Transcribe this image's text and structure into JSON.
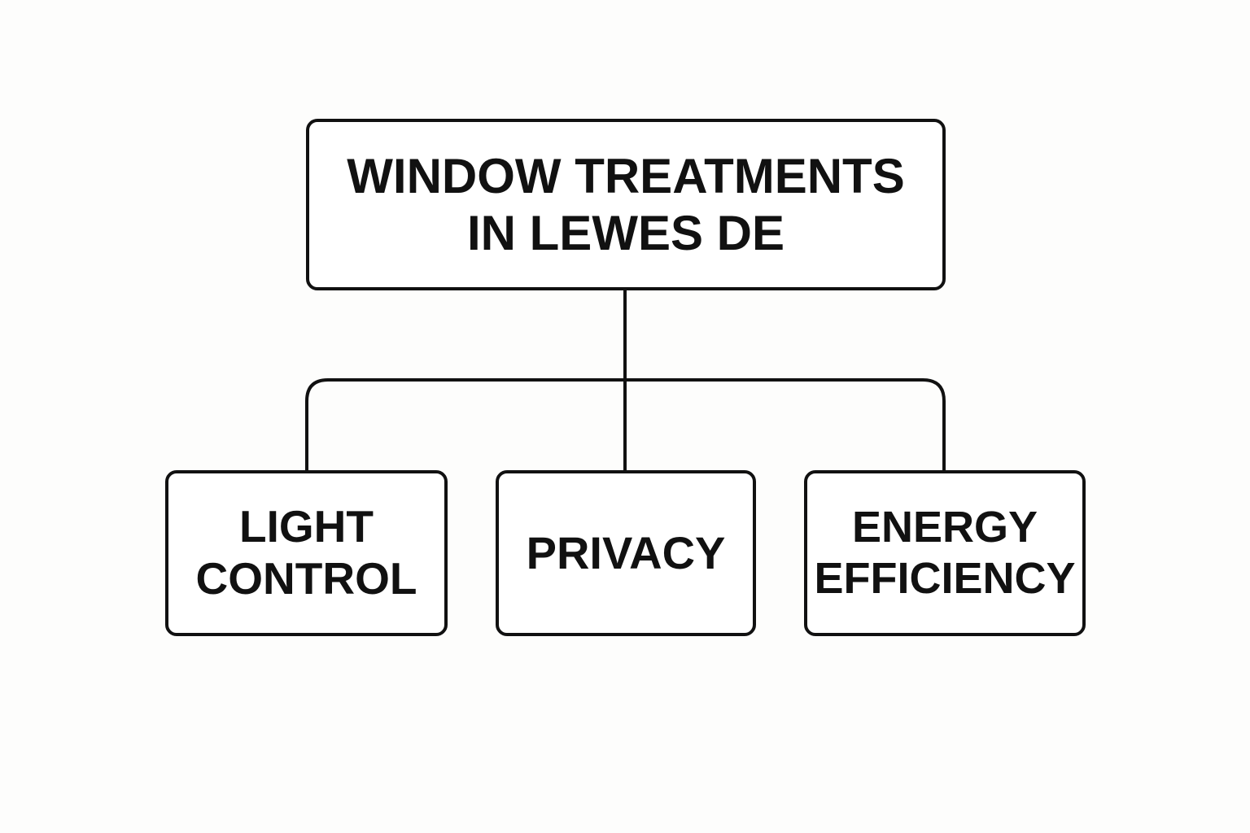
{
  "root": {
    "lines": [
      "WINDOW TREATMENTS",
      "IN LEWES DE"
    ]
  },
  "children": [
    {
      "lines": [
        "LIGHT",
        "CONTROL"
      ]
    },
    {
      "lines": [
        "PRIVACY"
      ]
    },
    {
      "lines": [
        "ENERGY",
        "EFFICIENCY"
      ]
    }
  ],
  "colors": {
    "stroke": "#111111",
    "background": "#fdfdfc"
  }
}
